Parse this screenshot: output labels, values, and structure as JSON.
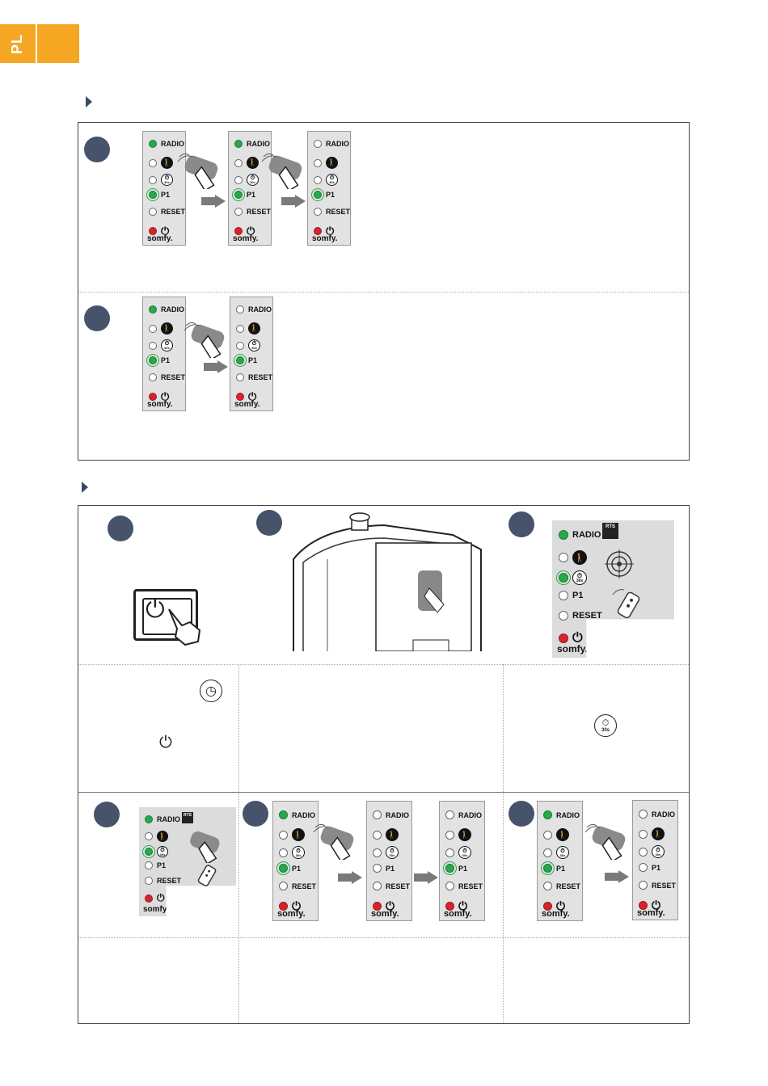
{
  "page": {
    "language_code": "PL"
  },
  "panel_labels": {
    "radio": "RADIO",
    "p1": "P1",
    "reset": "RESET",
    "brand": "somfy."
  },
  "panel_symbols": {
    "pedestrian": "🚶",
    "timer": "⏱",
    "power": "⏻",
    "timer_sub": "30s"
  },
  "inline_symbols": {
    "clock": "◷",
    "power": "⏻",
    "timer": "⏱",
    "timer_sub": "30s"
  },
  "rts_badge": "RTS",
  "colors": {
    "accent": "#f5a623",
    "step_badge": "#46536b",
    "led_green": "#27a84a",
    "led_red": "#d8232a",
    "panel_bg": "#e2e2e2"
  },
  "icons": [
    "section-triangle-icon",
    "remote-hand-icon",
    "arrow-right-icon",
    "push-button-icon",
    "power-icon",
    "timer-icon",
    "target-icon"
  ]
}
